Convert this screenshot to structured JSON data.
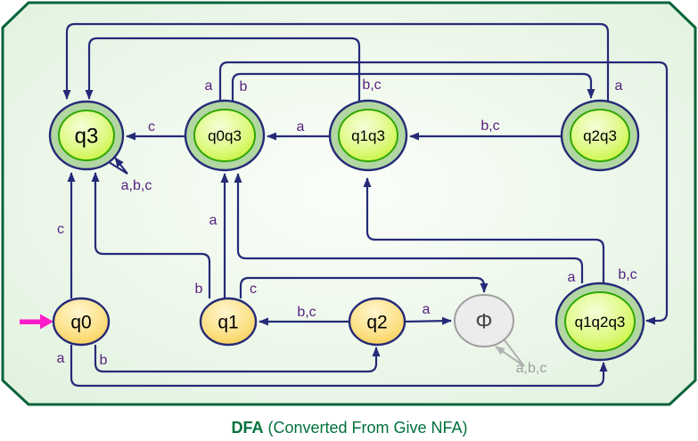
{
  "caption": {
    "bold": "DFA",
    "rest": " (Converted From Give NFA)"
  },
  "colors": {
    "line": "#252a78",
    "label": "#55217f",
    "frame_border": "#07643a",
    "background_green": "#e3f3e1",
    "accept_ring": "#b2d7a3",
    "accept_inner": "#c3f22b",
    "normal_fill": "#f6c63e",
    "trap_fill": "#ececec",
    "start_arrow": "#ff1dcb",
    "caption_green": "#00713b"
  },
  "start_state": "q0",
  "alphabet": [
    "a",
    "b",
    "c"
  ],
  "states": [
    {
      "id": "q3",
      "label": "q3",
      "kind": "accepting"
    },
    {
      "id": "q0q3",
      "label": "q0q3",
      "kind": "accepting"
    },
    {
      "id": "q1q3",
      "label": "q1q3",
      "kind": "accepting"
    },
    {
      "id": "q2q3",
      "label": "q2q3",
      "kind": "accepting"
    },
    {
      "id": "q0",
      "label": "q0",
      "kind": "start"
    },
    {
      "id": "q1",
      "label": "q1",
      "kind": "normal"
    },
    {
      "id": "q2",
      "label": "q2",
      "kind": "normal"
    },
    {
      "id": "phi",
      "label": "Φ",
      "kind": "trap"
    },
    {
      "id": "q1q2q3",
      "label": "q1q2q3",
      "kind": "accepting"
    }
  ],
  "transitions": [
    {
      "id": "t_q0q3_q3_c",
      "from": "q0q3",
      "to": "q3",
      "label": "c"
    },
    {
      "id": "t_q1q3_q0q3_a",
      "from": "q1q3",
      "to": "q0q3",
      "label": "a"
    },
    {
      "id": "t_q2q3_q1q3_bc",
      "from": "q2q3",
      "to": "q1q3",
      "label": "b,c"
    },
    {
      "id": "t_q2_q1_bc",
      "from": "q2",
      "to": "q1",
      "label": "b,c"
    },
    {
      "id": "t_q2_phi_a",
      "from": "q2",
      "to": "phi",
      "label": "a"
    },
    {
      "id": "t_q0_q3_c",
      "from": "q0",
      "to": "q3",
      "label": "c"
    },
    {
      "id": "t_q1_q0q3_a",
      "from": "q1",
      "to": "q0q3",
      "label": "a"
    },
    {
      "id": "t_q1_q3_b",
      "from": "q1",
      "to": "q3",
      "label": "b"
    },
    {
      "id": "t_q1_phi_c",
      "from": "q1",
      "to": "phi",
      "label": "c"
    },
    {
      "id": "t_q1q2q3_q0q3_a",
      "from": "q1q2q3",
      "to": "q0q3",
      "label": "a"
    },
    {
      "id": "t_q1q2q3_q1q3_bc",
      "from": "q1q2q3",
      "to": "q1q3",
      "label": "b,c"
    },
    {
      "id": "t_q0q3_q1q2q3_a",
      "from": "q0q3",
      "to": "q1q2q3",
      "label": "a"
    },
    {
      "id": "t_q0q3_q2q3_b",
      "from": "q0q3",
      "to": "q2q3",
      "label": "b"
    },
    {
      "id": "t_q1q3_q3_bc",
      "from": "q1q3",
      "to": "q3",
      "label": "b,c"
    },
    {
      "id": "t_q2q3_q3_a",
      "from": "q2q3",
      "to": "q3",
      "label": "a"
    },
    {
      "id": "t_q0_q1q2q3_a",
      "from": "q0",
      "to": "q1q2q3",
      "label": "a"
    },
    {
      "id": "t_q0_q2_b",
      "from": "q0",
      "to": "q2",
      "label": "b"
    },
    {
      "id": "t_q3_self_abc",
      "from": "q3",
      "to": "q3",
      "label": "a,b,c"
    },
    {
      "id": "t_phi_self_abc",
      "from": "phi",
      "to": "phi",
      "label": "a,b,c",
      "color": "gray"
    }
  ]
}
